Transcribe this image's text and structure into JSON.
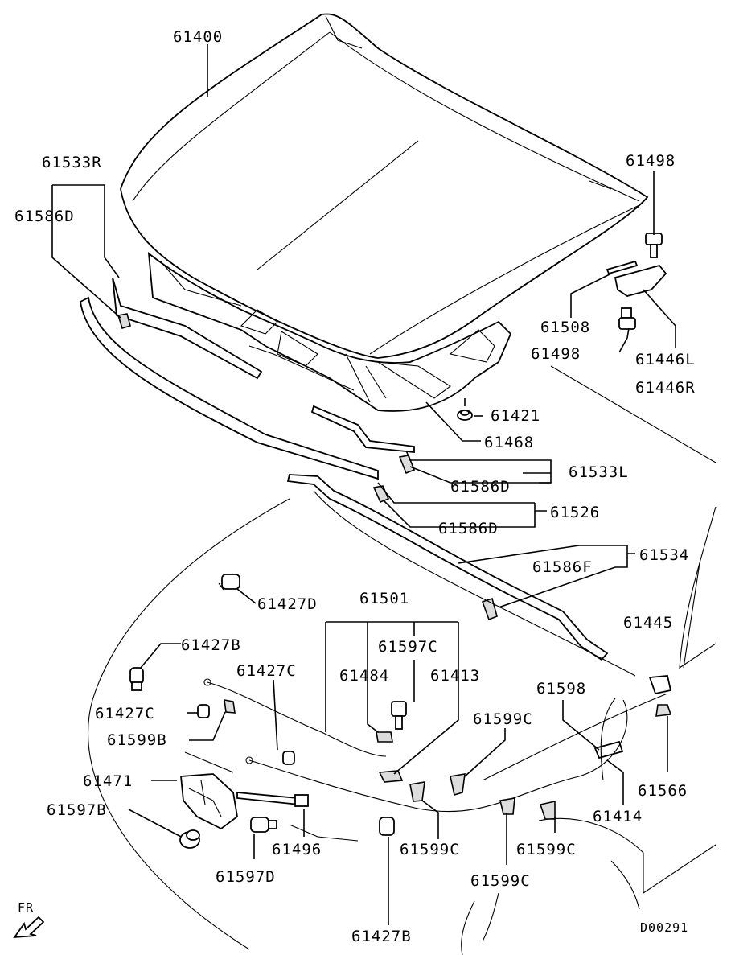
{
  "diagram": {
    "labels": {
      "p61400": "61400",
      "p61533R": "61533R",
      "p61586D_a": "61586D",
      "p61498_a": "61498",
      "p61508": "61508",
      "p61498_b": "61498",
      "p61446L": "61446L",
      "p61446R": "61446R",
      "p61421": "61421",
      "p61468": "61468",
      "p61533L": "61533L",
      "p61586D_b": "61586D",
      "p61526": "61526",
      "p61586D_c": "61586D",
      "p61534": "61534",
      "p61586F": "61586F",
      "p61427D": "61427D",
      "p61501": "61501",
      "p61427B_a": "61427B",
      "p61597C": "61597C",
      "p61445": "61445",
      "p61427C_a": "61427C",
      "p61484": "61484",
      "p61413": "61413",
      "p61598": "61598",
      "p61427C_b": "61427C",
      "p61599C_a": "61599C",
      "p61599B": "61599B",
      "p61566": "61566",
      "p61471": "61471",
      "p61597B": "61597B",
      "p61414": "61414",
      "p61496": "61496",
      "p61599C_b": "61599C",
      "p61599C_c": "61599C",
      "p61597D": "61597D",
      "p61599C_d": "61599C",
      "p61427B_b": "61427B",
      "fr": "FR",
      "code": "D00291"
    }
  }
}
